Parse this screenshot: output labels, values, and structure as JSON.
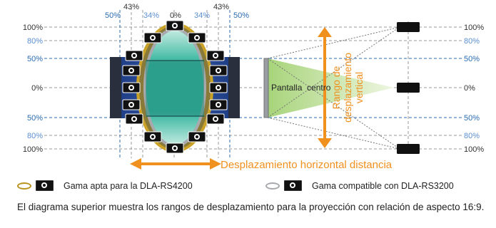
{
  "colors": {
    "blue_label": "#2b6cb0",
    "orange": "#f0901e",
    "gold_ring": "#b8941f",
    "gray_ring": "#a7a9ac",
    "dark_panel": "#2a2f3d",
    "blue_panel": "#28438c",
    "teal_oval": "#2ab8a0",
    "projection_green": "#b9dc8c"
  },
  "top_labels": {
    "left_50": "50%",
    "left_43": "43%",
    "left_34": "34%",
    "center_0": "0%",
    "right_34": "34%",
    "right_43": "43%",
    "right_50": "50%"
  },
  "left_labels": {
    "l100_top": "100%",
    "l80_top": "80%",
    "l50_top": "50%",
    "l0": "0%",
    "l50_bottom": "50%",
    "l80_bottom": "80%",
    "l100_bottom": "100%"
  },
  "right_labels": {
    "r100_top": "100%",
    "r80_top": "80%",
    "r50_top": "50%",
    "r0": "0%",
    "r50_bottom": "50%",
    "r80_bottom": "80%",
    "r100_bottom": "100%"
  },
  "screen_label": "Pantalla  centro",
  "vertical_range_label": [
    "Rango de",
    "desplazamiento",
    "vertical"
  ],
  "horizontal_label": "Desplazamiento horizontal distancia",
  "legend": {
    "gold_text": "Gama apta para la DLA-RS4200",
    "gray_text": "Gama compatible con DLA-RS3200",
    "gold_icon": "projector-icon",
    "gray_icon": "projector-icon"
  },
  "footnote": "El diagrama superior muestra los rangos de desplazamiento para la proyección con relación de aspecto 16:9."
}
